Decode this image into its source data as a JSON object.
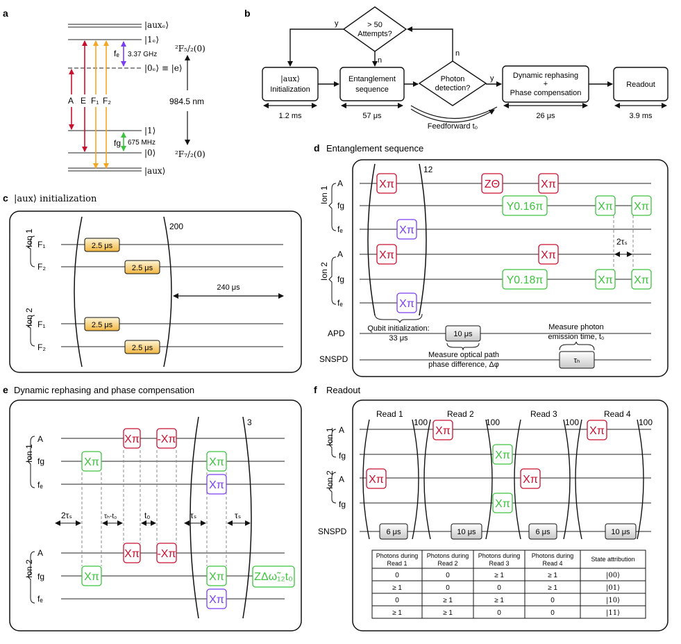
{
  "colors": {
    "red": "#c8102e",
    "orange": "#f5a623",
    "purple": "#7b3ff2",
    "green": "#3cc43c",
    "gold": "#e8b44a"
  },
  "panel_a": {
    "letter": "a",
    "levels": {
      "aux_e": "|auxₑ⟩",
      "one_e": "|1ₑ⟩",
      "zero_e": "|0ₑ⟩ ≡ |e⟩",
      "one": "|1⟩",
      "zero": "|0⟩",
      "aux": "|aux⟩"
    },
    "fe": "fₑ",
    "fe_val": "3.37 GHz",
    "fg": "fɡ",
    "fg_val": "675 MHz",
    "term_upper": "²F₅/₂(0)",
    "term_lower": "²F₇/₂(0)",
    "wavelength": "984.5 nm",
    "transitions": {
      "a": "A",
      "e": "E",
      "f1": "F₁",
      "f2": "F₂"
    }
  },
  "panel_b": {
    "letter": "b",
    "attempts": "> 50\nAttempts?",
    "aux_init": "|aux⟩\nInitialization",
    "entangle": "Entanglement\nsequence",
    "photon": "Photon\ndetection?",
    "rephase": "Dynamic rephasing\n+\nPhase compensation",
    "readout": "Readout",
    "y1": "y",
    "n1": "n",
    "n2": "n",
    "y2": "y",
    "t1": "1.2 ms",
    "t2": "57 μs",
    "t3": "26 μs",
    "t4": "3.9 ms",
    "feedforward": "Feedforward t₀"
  },
  "panel_c": {
    "letter": "c",
    "title": "|aux⟩ initialization",
    "ion1": "Ion 1",
    "ion2": "Ion 2",
    "f1": "F₁",
    "f2": "F₂",
    "pulse": "2.5 μs",
    "reps": "200",
    "wait": "240 μs"
  },
  "panel_d": {
    "letter": "d",
    "title": "Entanglement sequence",
    "ion1": "Ion 1",
    "ion2": "Ion 2",
    "a": "A",
    "fg": "fɡ",
    "fe": "fₑ",
    "reps": "12",
    "apd": "APD",
    "snspd": "SNSPD",
    "xpi": "Xπ",
    "zth": "ZΘ",
    "y1": "Y0.16π",
    "y2": "Y0.18π",
    "tau_s": "2τₛ",
    "qubit_init": "Qubit initialization:\n33 μs",
    "apd_pulse": "10 μs",
    "measure_phase": "Measure optical path\nphase difference, Δφ",
    "measure_photon": "Measure photon\nemission time, t₀",
    "tau_h": "τₕ"
  },
  "panel_e": {
    "letter": "e",
    "title": "Dynamic rephasing and phase compensation",
    "ion1": "Ion 1",
    "ion2": "Ion 2",
    "a": "A",
    "fg": "fɡ",
    "fe": "fₑ",
    "xpi": "Xπ",
    "mxpi": "-Xπ",
    "reps": "3",
    "two_tau_s": "2τₛ",
    "th_t0": "τₕ-t₀",
    "t0": "t₀",
    "tau_s": "τₛ",
    "zphase": "ZΔω̃₁₂t₀"
  },
  "panel_f": {
    "letter": "f",
    "title": "Readout",
    "ion1": "Ion 1",
    "ion2": "Ion 2",
    "a": "A",
    "fg": "fɡ",
    "snspd": "SNSPD",
    "reads": [
      "Read 1",
      "Read 2",
      "Read 3",
      "Read 4"
    ],
    "reps": "100",
    "pulses": [
      "6 μs",
      "10 μs",
      "6 μs",
      "10 μs"
    ],
    "table": {
      "headers": [
        "Photons during\nRead 1",
        "Photons during\nRead 2",
        "Photons during\nRead 3",
        "Photons during\nRead 4",
        "State attribution"
      ],
      "rows": [
        [
          "0",
          "0",
          "≥ 1",
          "≥ 1",
          "|00⟩"
        ],
        [
          "≥ 1",
          "0",
          "0",
          "≥ 1",
          "|01⟩"
        ],
        [
          "0",
          "≥ 1",
          "≥ 1",
          "0",
          "|10⟩"
        ],
        [
          "≥ 1",
          "≥ 1",
          "0",
          "0",
          "|11⟩"
        ]
      ]
    }
  }
}
